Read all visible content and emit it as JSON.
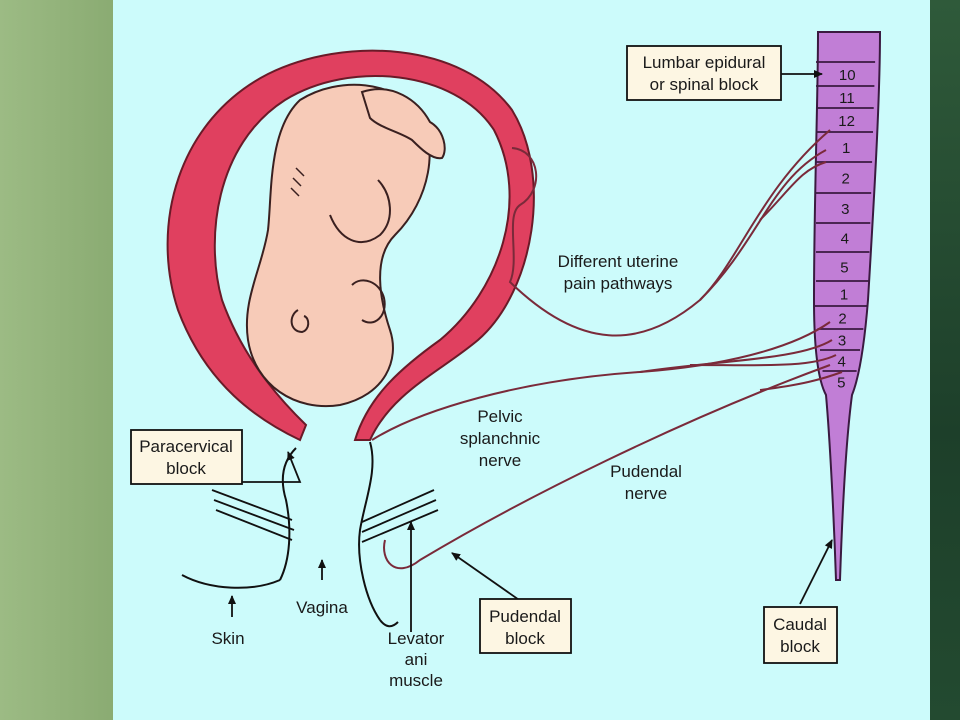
{
  "labels": {
    "lumbar_block_line1": "Lumbar epidural",
    "lumbar_block_line2": "or spinal block",
    "paracervical_line1": "Paracervical",
    "paracervical_line2": "block",
    "pudendal_block_line1": "Pudendal",
    "pudendal_block_line2": "block",
    "caudal_block_line1": "Caudal",
    "caudal_block_line2": "block",
    "uterine_pathways_line1": "Different uterine",
    "uterine_pathways_line2": "pain pathways",
    "pelvic_nerve_line1": "Pelvic",
    "pelvic_nerve_line2": "splanchnic",
    "pelvic_nerve_line3": "nerve",
    "pudendal_nerve_line1": "Pudendal",
    "pudendal_nerve_line2": "nerve",
    "skin": "Skin",
    "vagina": "Vagina",
    "levator_line1": "Levator",
    "levator_line2": "ani",
    "levator_line3": "muscle"
  },
  "spinal_segments": [
    "10",
    "11",
    "12",
    "1",
    "2",
    "3",
    "4",
    "5",
    "1",
    "2",
    "3",
    "4",
    "5"
  ],
  "colors": {
    "panel": "#ccfbfb",
    "uterus": "#e0405f",
    "fetus": "#f7cbb8",
    "spinal_cord": "#c17ed6",
    "nerve": "#7a2a3a",
    "label_box": "#fdf6e3"
  }
}
